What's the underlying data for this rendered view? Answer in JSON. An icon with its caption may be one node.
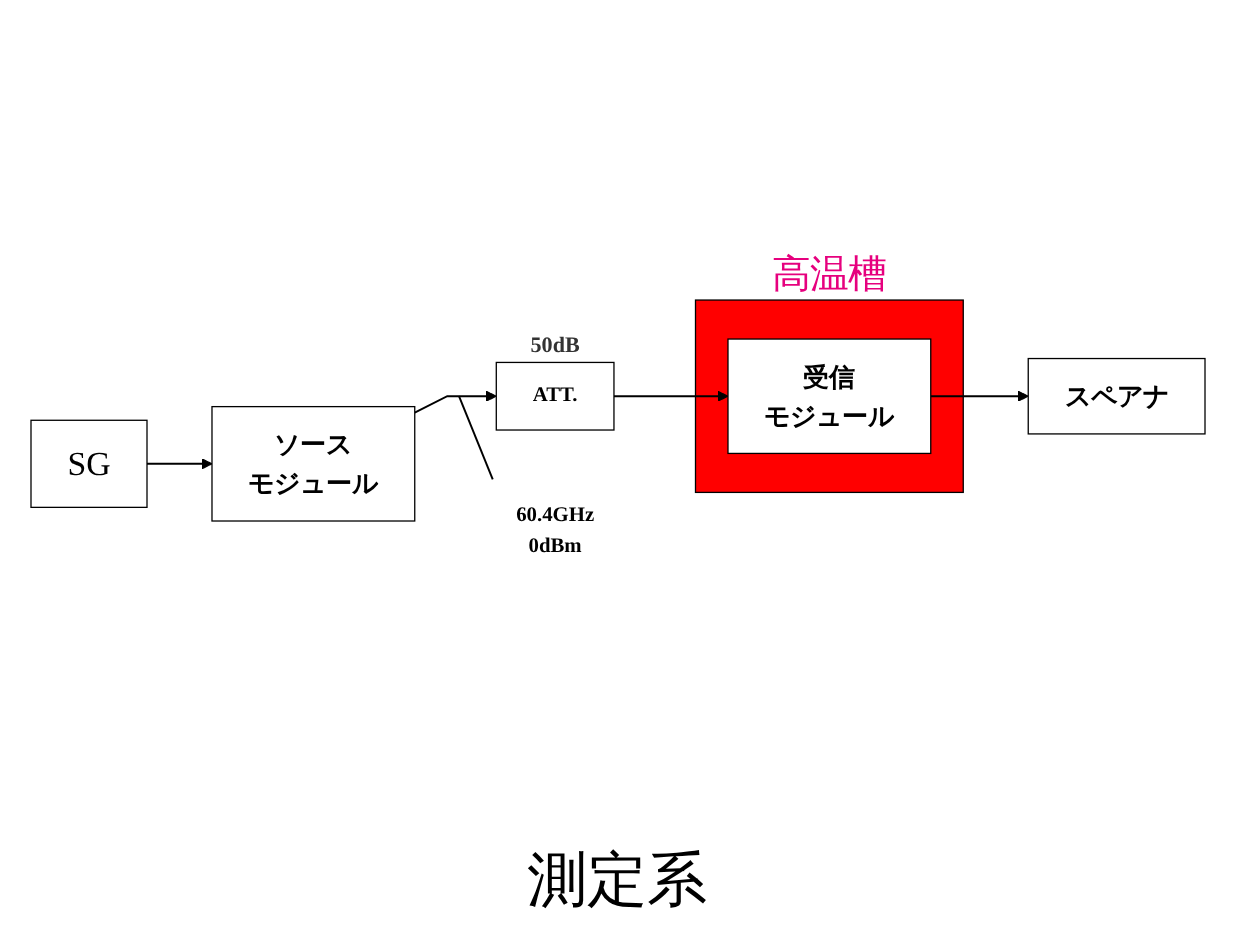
{
  "diagram": {
    "caption": "測定系",
    "nodes": [
      {
        "text": [
          "高温槽"
        ]
      },
      {
        "text": [
          "ソース",
          "モジュール"
        ]
      },
      {
        "text": [
          "ATT."
        ],
        "beside": [
          "50dB"
        ]
      },
      {
        "text": [
          "受信",
          "モジュール"
        ],
        "in": 0
      },
      {
        "text": [
          "SG"
        ]
      },
      {
        "text": [
          "スペアナ"
        ]
      },
      {
        "text": [
          "60.4GHz",
          "0dBm"
        ]
      }
    ],
    "edges": [
      {
        "from": 4,
        "to": 1,
        "arrow": "to"
      },
      {
        "from": 1,
        "to": 2,
        "arrow": "to"
      },
      {
        "from": 2,
        "to": 3,
        "arrow": "to"
      },
      {
        "from": 3,
        "to": 5,
        "arrow": "to"
      },
      {
        "from": 6,
        "to": null,
        "arrow": "none"
      }
    ]
  }
}
